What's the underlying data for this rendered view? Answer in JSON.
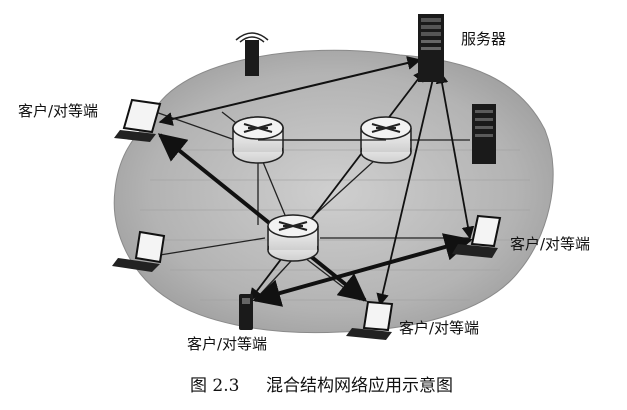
{
  "labels": {
    "server": "服务器",
    "client_left_top": "客户/对等端",
    "client_right": "客户/对等端",
    "client_bottom_left": "客户/对等端",
    "client_bottom_center": "客户/对等端"
  },
  "caption": {
    "figure_number": "图 2.3",
    "title": "混合结构网络应用示意图"
  },
  "colors": {
    "cloud": "#b9b9b9",
    "cloud_edge": "#8a8a8a",
    "line": "#111111",
    "device": "#1a1a1a"
  }
}
